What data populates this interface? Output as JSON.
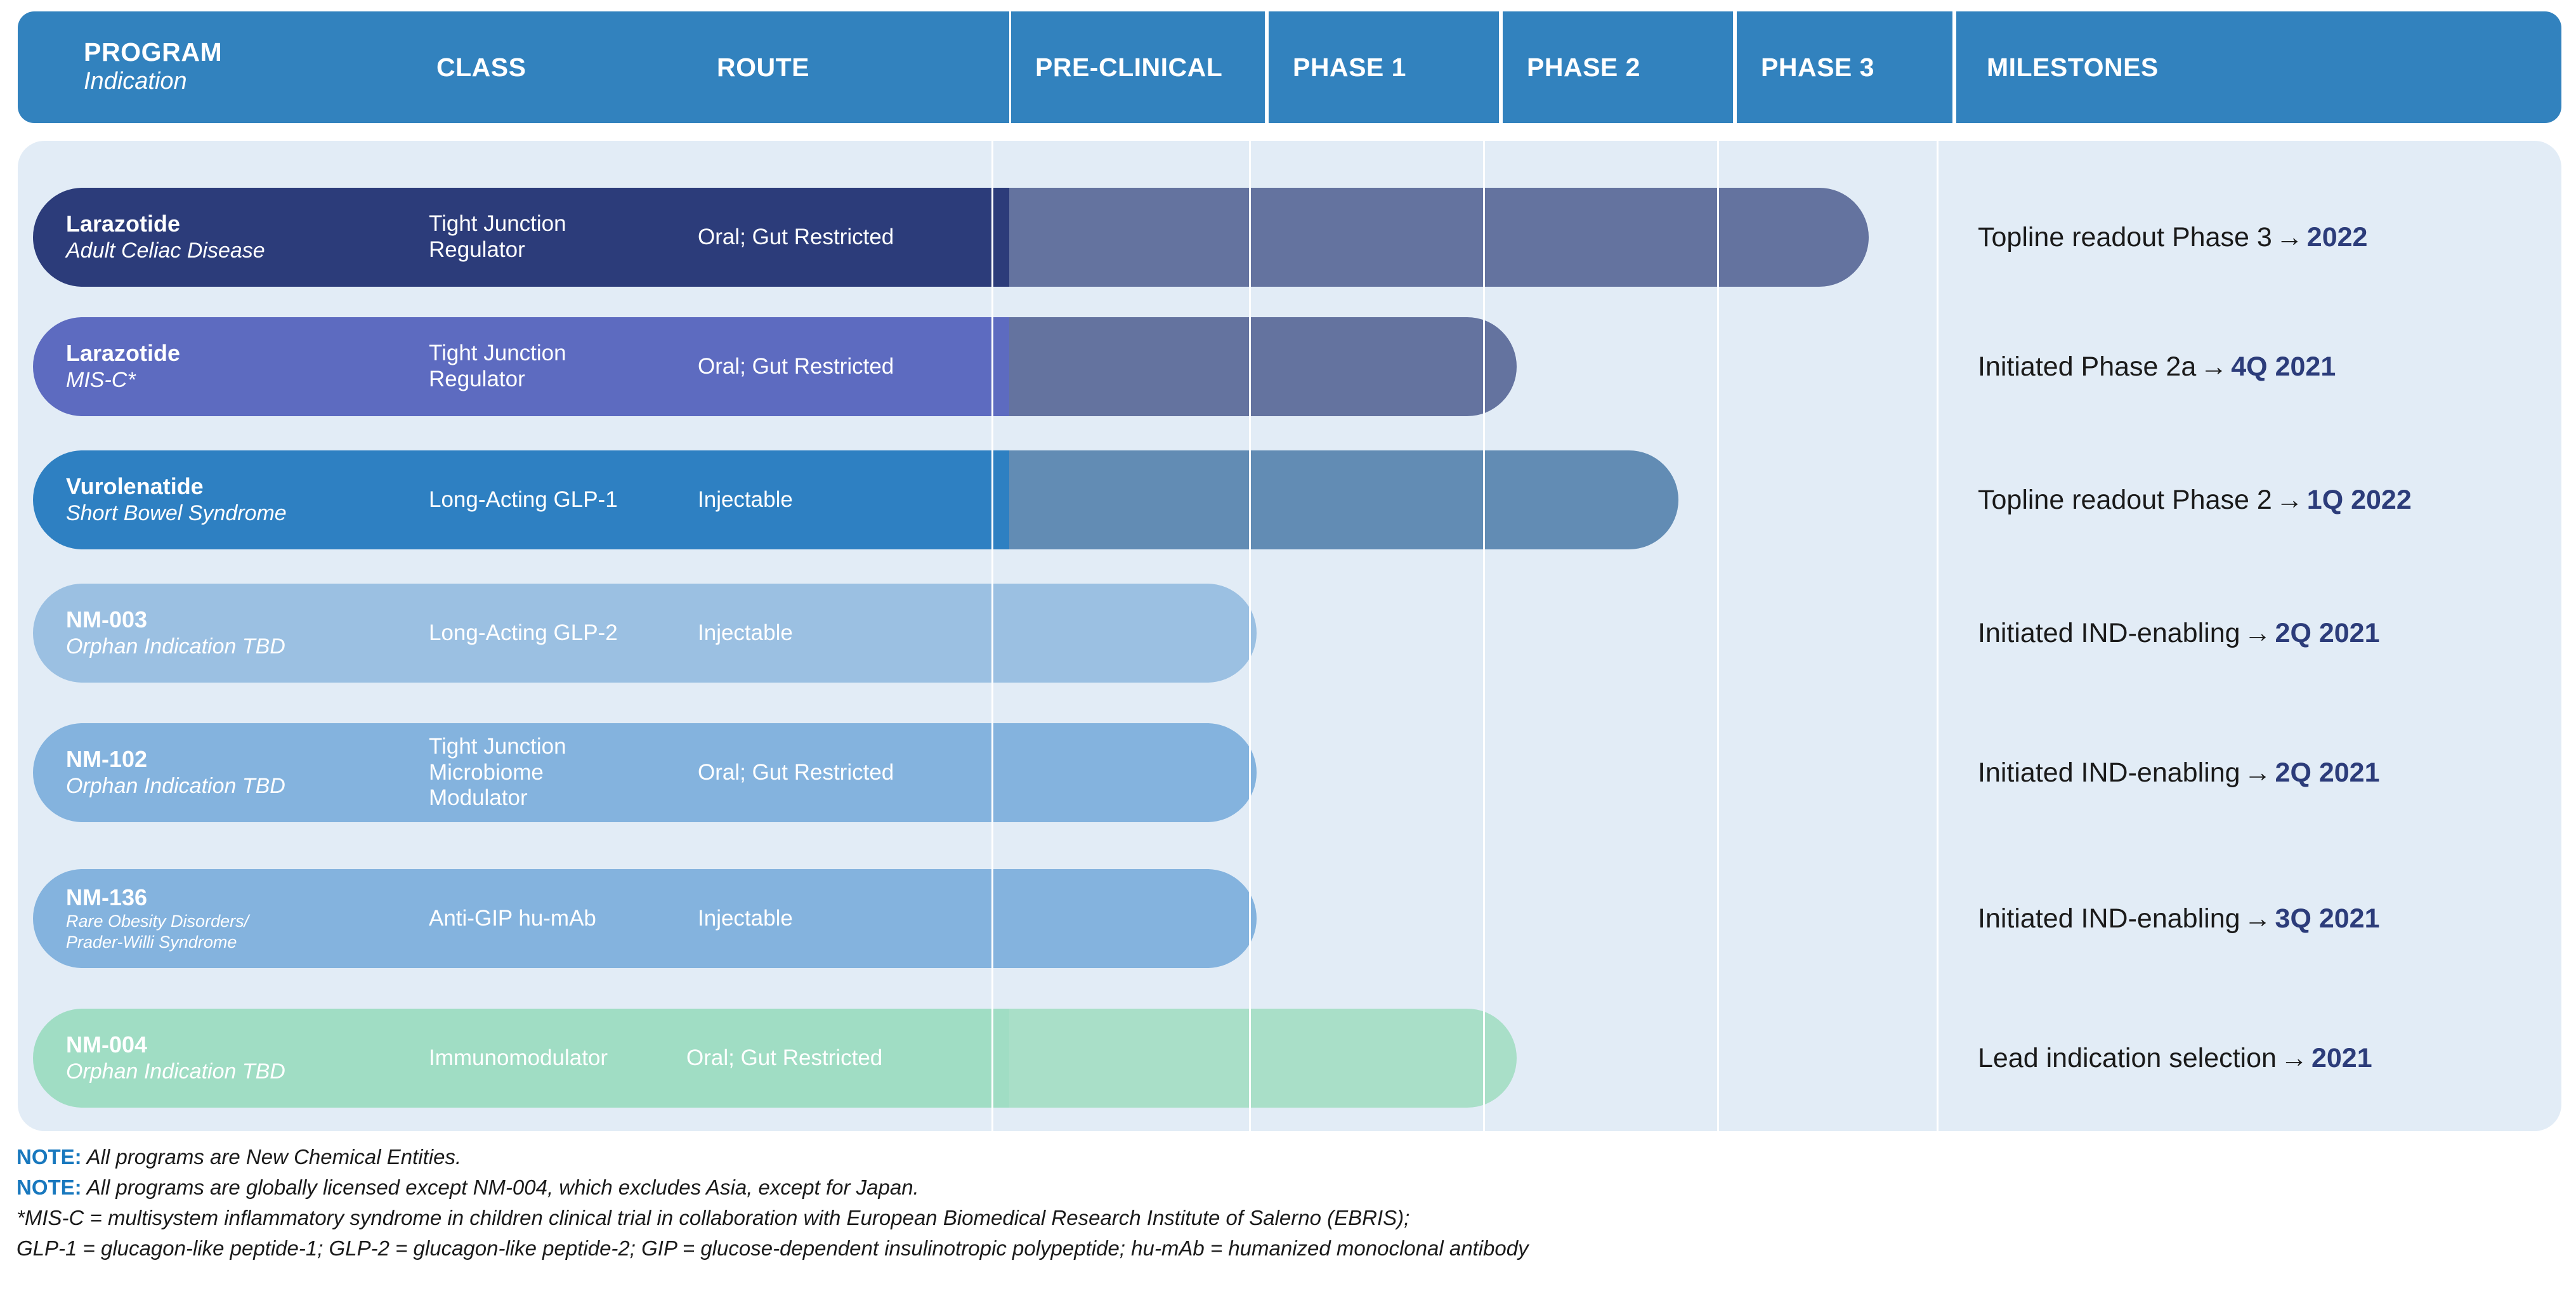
{
  "header": {
    "program_title": "PROGRAM",
    "program_subtitle": "Indication",
    "class_label": "CLASS",
    "route_label": "ROUTE",
    "phases": [
      "PRE-CLINICAL",
      "PHASE 1",
      "PHASE 2",
      "PHASE 3"
    ],
    "milestones_label": "MILESTONES"
  },
  "colors": {
    "header_blue": "#3282BE",
    "panel_bg": "#E2ECF6",
    "milestone_accent": "#2C3C7A",
    "note_accent": "#1878BE"
  },
  "chart_data": {
    "type": "table",
    "title": "Clinical development pipeline",
    "columns": [
      "PROGRAM / Indication",
      "CLASS",
      "ROUTE",
      "PRE-CLINICAL",
      "PHASE 1",
      "PHASE 2",
      "PHASE 3",
      "MILESTONES"
    ],
    "stage_axis": [
      "PRE-CLINICAL",
      "PHASE 1",
      "PHASE 2",
      "PHASE 3"
    ],
    "rows": [
      {
        "program": "Larazotide",
        "indication": "Adult Celiac Disease",
        "class": "Tight Junction Regulator",
        "route": "Oral; Gut Restricted",
        "progress_stage": "PHASE 3",
        "progress_fraction": 1.0,
        "capsule_color": "#2C3C7A",
        "bar_color": "#64739F",
        "milestone_text": "Topline readout Phase 3",
        "milestone_arrow": "→",
        "milestone_date": "2022"
      },
      {
        "program": "Larazotide",
        "indication": "MIS-C*",
        "class": "Tight Junction Regulator",
        "route": "Oral; Gut Restricted",
        "progress_stage": "PHASE 1",
        "progress_fraction": 0.5,
        "capsule_color": "#5D6BC0",
        "bar_color": "#64739F",
        "milestone_text": "Initiated Phase 2a",
        "milestone_arrow": "→",
        "milestone_date": "4Q 2021"
      },
      {
        "program": "Vurolenatide",
        "indication": "Short Bowel Syndrome",
        "class": "Long-Acting GLP-1",
        "route": "Injectable",
        "progress_stage": "PHASE 2",
        "progress_fraction": 0.75,
        "capsule_color": "#2E80C2",
        "bar_color": "#628CB4",
        "milestone_text": "Topline readout Phase 2",
        "milestone_arrow": "→",
        "milestone_date": "1Q 2022"
      },
      {
        "program": "NM-003",
        "indication": "Orphan Indication TBD",
        "class": "Long-Acting GLP-2",
        "route": "Injectable",
        "progress_stage": "PRE-CLINICAL",
        "progress_fraction": 0.25,
        "capsule_color": "#9BC0E2",
        "bar_color": "#9BC0E2",
        "milestone_text": "Initiated IND-enabling",
        "milestone_arrow": "→",
        "milestone_date": "2Q 2021"
      },
      {
        "program": "NM-102",
        "indication": "Orphan Indication TBD",
        "class": "Tight Junction Microbiome Modulator",
        "route": "Oral; Gut Restricted",
        "progress_stage": "PRE-CLINICAL",
        "progress_fraction": 0.25,
        "capsule_color": "#84B3DE",
        "bar_color": "#84B3DE",
        "milestone_text": "Initiated IND-enabling",
        "milestone_arrow": "→",
        "milestone_date": "2Q 2021"
      },
      {
        "program": "NM-136",
        "indication": "Rare Obesity Disorders/ Prader-Willi Syndrome",
        "class": "Anti-GIP hu-mAb",
        "route": "Injectable",
        "progress_stage": "PRE-CLINICAL",
        "progress_fraction": 0.25,
        "capsule_color": "#84B3DE",
        "bar_color": "#84B3DE",
        "milestone_text": "Initiated IND-enabling",
        "milestone_arrow": "→",
        "milestone_date": "3Q 2021"
      },
      {
        "program": "NM-004",
        "indication": "Orphan Indication TBD",
        "class": "Immunomodulator",
        "route": "Oral; Gut Restricted",
        "progress_stage": "PHASE 1",
        "progress_fraction": 0.5,
        "capsule_color": "#A0DDC4",
        "bar_color": "#A9DFC8",
        "milestone_text": "Lead indication selection",
        "milestone_arrow": "→",
        "milestone_date": "2021"
      }
    ]
  },
  "notes": [
    {
      "label": "NOTE:",
      "text": "All programs are New Chemical Entities."
    },
    {
      "label": "NOTE:",
      "text": "All programs are globally licensed except NM-004, which excludes Asia, except for Japan."
    },
    {
      "label": "",
      "text": "*MIS-C = multisystem inflammatory syndrome in children clinical trial in collaboration with European Biomedical Research Institute of Salerno (EBRIS);"
    },
    {
      "label": "",
      "text": "GLP-1 = glucagon-like peptide-1; GLP-2 = glucagon-like peptide-2; GIP = glucose-dependent insulinotropic polypeptide; hu-mAb = humanized monoclonal antibody"
    }
  ]
}
